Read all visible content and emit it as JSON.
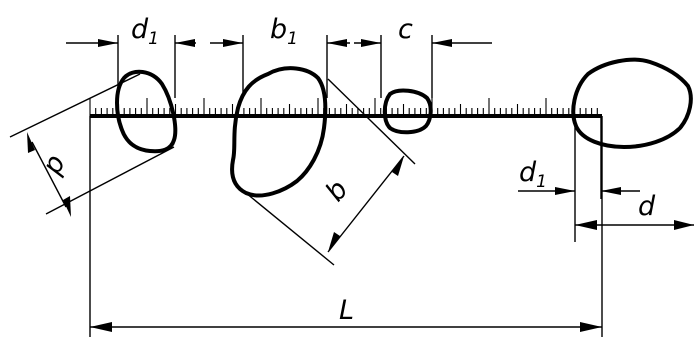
{
  "figure": {
    "labels": {
      "d1_top": {
        "main": "d",
        "sub": "1"
      },
      "b1_top": {
        "main": "b",
        "sub": "1"
      },
      "c_top": "c",
      "p_left": "p",
      "b_diag": "b",
      "d1_right": {
        "main": "d",
        "sub": "1"
      },
      "d_right": "d",
      "L_bottom": "L"
    },
    "colors": {
      "ink": "#000000",
      "background": "#ffffff"
    }
  }
}
